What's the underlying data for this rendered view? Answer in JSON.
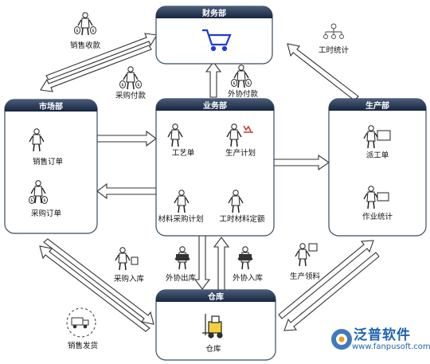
{
  "departments": {
    "finance": {
      "title": "财务部"
    },
    "market": {
      "title": "市场部",
      "items": [
        "销售订单",
        "采购订单"
      ]
    },
    "business": {
      "title": "业务部",
      "items": [
        "工艺单",
        "生产计划",
        "材料采购计划",
        "工时材料定额"
      ]
    },
    "production": {
      "title": "生产部",
      "items": [
        "派工单",
        "作业统计"
      ]
    },
    "warehouse": {
      "title": "仓库",
      "items": [
        "仓库"
      ]
    }
  },
  "flows": {
    "sales_receipt": "销售收款",
    "purchase_payment": "采购付款",
    "outsource_payment": "外协付款",
    "work_hours": "工时统计",
    "purchase_in": "采购入库",
    "outsource_out": "外协出库",
    "outsource_in": "外协入库",
    "production_pick": "生产领料",
    "sales_ship": "销售发货"
  },
  "logo": {
    "name": "泛普软件",
    "url": "www.fanpusoft.com"
  },
  "colors": {
    "header": "#1c2f4f",
    "box_border": "#3a4a5e",
    "arrow_fill": "#ffffff",
    "arrow_stroke": "#333333",
    "logo": "#1e63b0"
  }
}
